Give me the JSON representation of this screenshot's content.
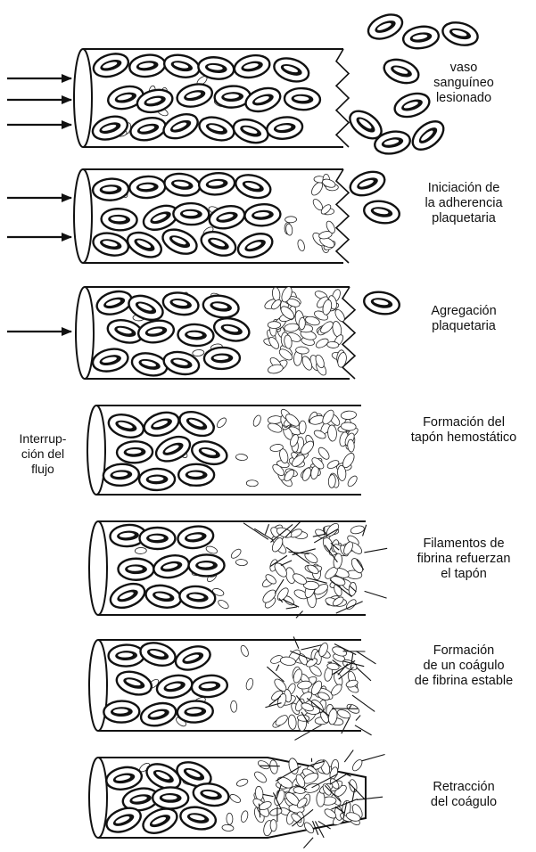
{
  "stages": [
    {
      "label": [
        "vaso",
        "sanguíneo",
        "lesionado"
      ],
      "arrows": 3,
      "platelets": "sparse"
    },
    {
      "label": [
        "Iniciación de",
        "la adherencia",
        "plaquetaria"
      ],
      "arrows": 2,
      "platelets": "adhering"
    },
    {
      "label": [
        "Agregación",
        "plaquetaria"
      ],
      "arrows": 1,
      "platelets": "aggregating"
    },
    {
      "label": [
        "Formación del",
        "tapón hemostático"
      ],
      "arrows": 0,
      "platelets": "plug"
    },
    {
      "label": [
        "Filamentos de",
        "fibrina refuerzan",
        "el tapón"
      ],
      "arrows": 0,
      "platelets": "fibrin"
    },
    {
      "label": [
        "Formación",
        "de un coágulo",
        "de fibrina estable"
      ],
      "arrows": 0,
      "platelets": "stable-clot"
    },
    {
      "label": [
        "Retracción",
        "del coágulo"
      ],
      "arrows": 0,
      "platelets": "retraction"
    }
  ],
  "side_note": [
    "Interrup-",
    "ción del",
    "flujo"
  ]
}
